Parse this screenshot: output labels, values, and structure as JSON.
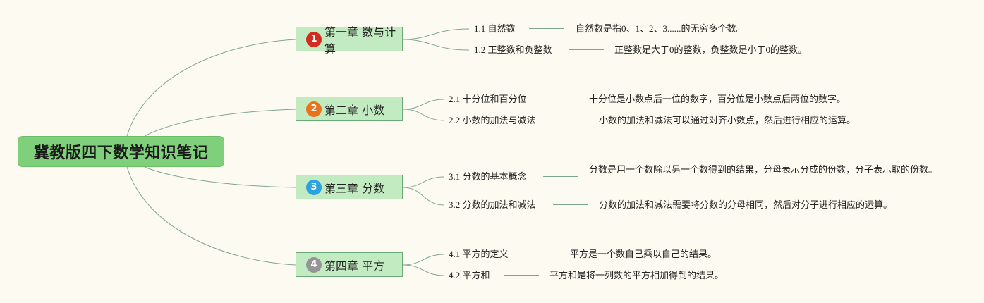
{
  "root": {
    "title": "冀教版四下数学知识笔记"
  },
  "colors": {
    "background": "#fdfbf1",
    "root_fill": "#7fd07a",
    "chapter_fill": "#c3ebc1",
    "connector": "#7fa593"
  },
  "chapters": [
    {
      "number": "1",
      "badge_color": "#d42b1e",
      "title": "第一章 数与计算",
      "topics": [
        {
          "label": "1.1 自然数",
          "text": "自然数是指0、1、2、3......的无穷多个数。"
        },
        {
          "label": "1.2 正整数和负整数",
          "text": "正整数是大于0的整数，负整数是小于0的整数。"
        }
      ]
    },
    {
      "number": "2",
      "badge_color": "#e8731c",
      "title": "第二章 小数",
      "topics": [
        {
          "label": "2.1 十分位和百分位",
          "text": "十分位是小数点后一位的数字，百分位是小数点后两位的数字。"
        },
        {
          "label": "2.2 小数的加法与减法",
          "text": "小数的加法和减法可以通过对齐小数点，然后进行相应的运算。"
        }
      ]
    },
    {
      "number": "3",
      "badge_color": "#2aa3df",
      "title": "第三章 分数",
      "topics": [
        {
          "label": "3.1 分数的基本概念",
          "text": "分数是用一个数除以另一个数得到的结果，分母表示分成的份数，分子表示取的份数。"
        },
        {
          "label": "3.2 分数的加法和减法",
          "text": "分数的加法和减法需要将分数的分母相同，然后对分子进行相应的运算。"
        }
      ]
    },
    {
      "number": "4",
      "badge_color": "#959595",
      "title": "第四章 平方",
      "topics": [
        {
          "label": "4.1 平方的定义",
          "text": "平方是一个数自己乘以自己的结果。"
        },
        {
          "label": "4.2 平方和",
          "text": "平方和是将一列数的平方相加得到的结果。"
        }
      ]
    }
  ]
}
